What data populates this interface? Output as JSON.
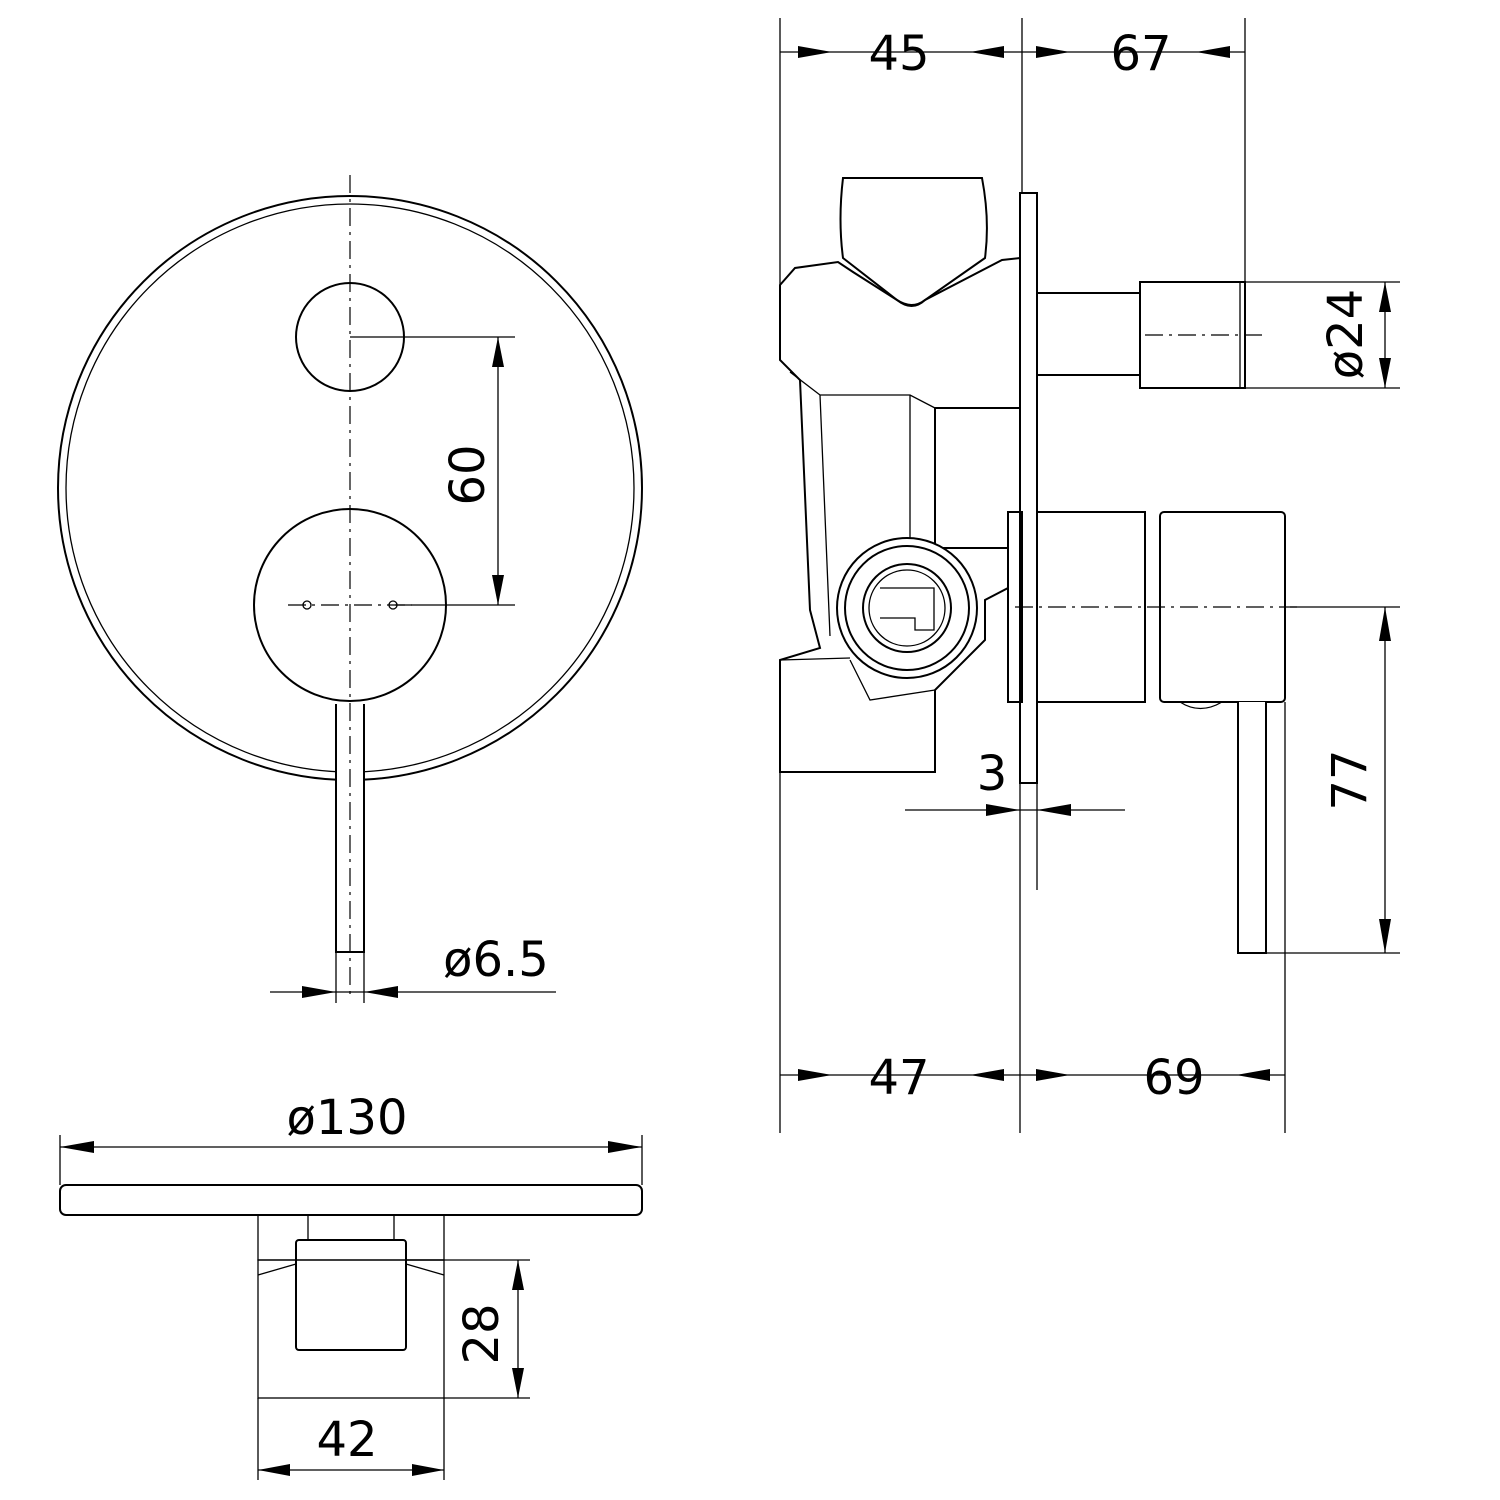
{
  "drawing": {
    "type": "technical-drawing",
    "subject": "wall mixer with diverter",
    "units": "mm",
    "line_color": "#000000",
    "background": "#ffffff"
  },
  "dimensions": {
    "plate_diameter": "ø130",
    "diverter_spacing": "60",
    "lever_diameter": "ø6.5",
    "body_depth_top": "45",
    "spout_depth_top": "67",
    "diverter_diameter": "ø24",
    "plate_thickness": "3",
    "lever_drop": "77",
    "body_depth_bottom": "47",
    "handle_depth_bottom": "69",
    "body_height": "28",
    "body_width": "42"
  }
}
